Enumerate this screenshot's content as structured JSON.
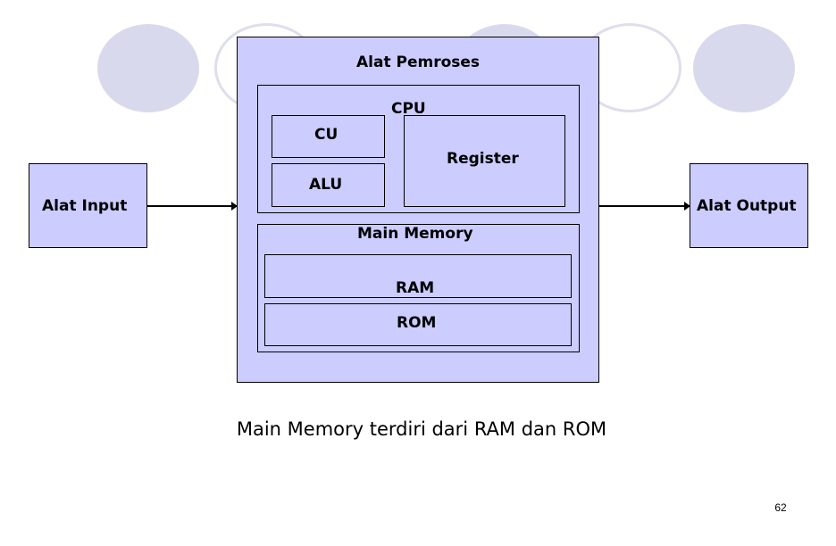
{
  "diagram": {
    "processor_title": "Alat Pemroses",
    "cpu": {
      "label": "CPU",
      "control_unit": "CU",
      "alu": "ALU",
      "register": "Register"
    },
    "main_memory": {
      "label": "Main Memory",
      "ram": "RAM",
      "rom": "ROM"
    },
    "input_device": "Alat Input",
    "output_device": "Alat Output",
    "flows": [
      {
        "from": "Alat Input",
        "to": "Alat Pemroses"
      },
      {
        "from": "Alat Pemroses",
        "to": "Alat Output"
      }
    ]
  },
  "caption": "Main Memory terdiri dari RAM dan ROM",
  "page_number": "62",
  "colors": {
    "box_fill": "#ccccff",
    "circle_fill": "#d9d9ee",
    "circle_outline": "#dedeec"
  }
}
